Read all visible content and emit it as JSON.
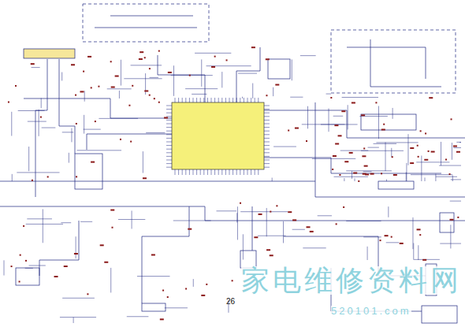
{
  "diagram": {
    "labels": [
      "26",
      "家电维修资料网",
      "520101.com"
    ]
  }
}
